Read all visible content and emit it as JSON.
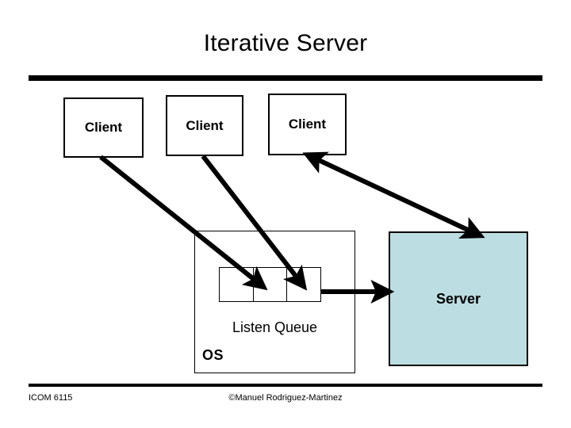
{
  "slide": {
    "title": "Iterative Server",
    "colors": {
      "server_fill": "#bcdee2",
      "line": "#000000",
      "background": "#ffffff"
    }
  },
  "clients": [
    {
      "label": "Client"
    },
    {
      "label": "Client"
    },
    {
      "label": "Client"
    }
  ],
  "os": {
    "label": "OS",
    "queue_label": "Listen Queue",
    "queue_cells": [
      {
        "label": ""
      },
      {
        "label": ""
      },
      {
        "label": ""
      }
    ]
  },
  "server": {
    "label": "Server"
  },
  "connections": [
    {
      "name": "client-1-to-queue",
      "from": "Client 1",
      "to": "Listen Queue",
      "style": "single-arrow"
    },
    {
      "name": "client-2-to-queue",
      "from": "Client 2",
      "to": "Listen Queue",
      "style": "single-arrow"
    },
    {
      "name": "queue-to-server",
      "from": "Listen Queue",
      "to": "Server",
      "style": "single-arrow"
    },
    {
      "name": "server-to-client-3",
      "from": "Server",
      "to": "Client 3",
      "style": "double-arrow"
    }
  ],
  "footer": {
    "course": "ICOM 6115",
    "copyright": "©Manuel Rodriguez-Martinez"
  }
}
